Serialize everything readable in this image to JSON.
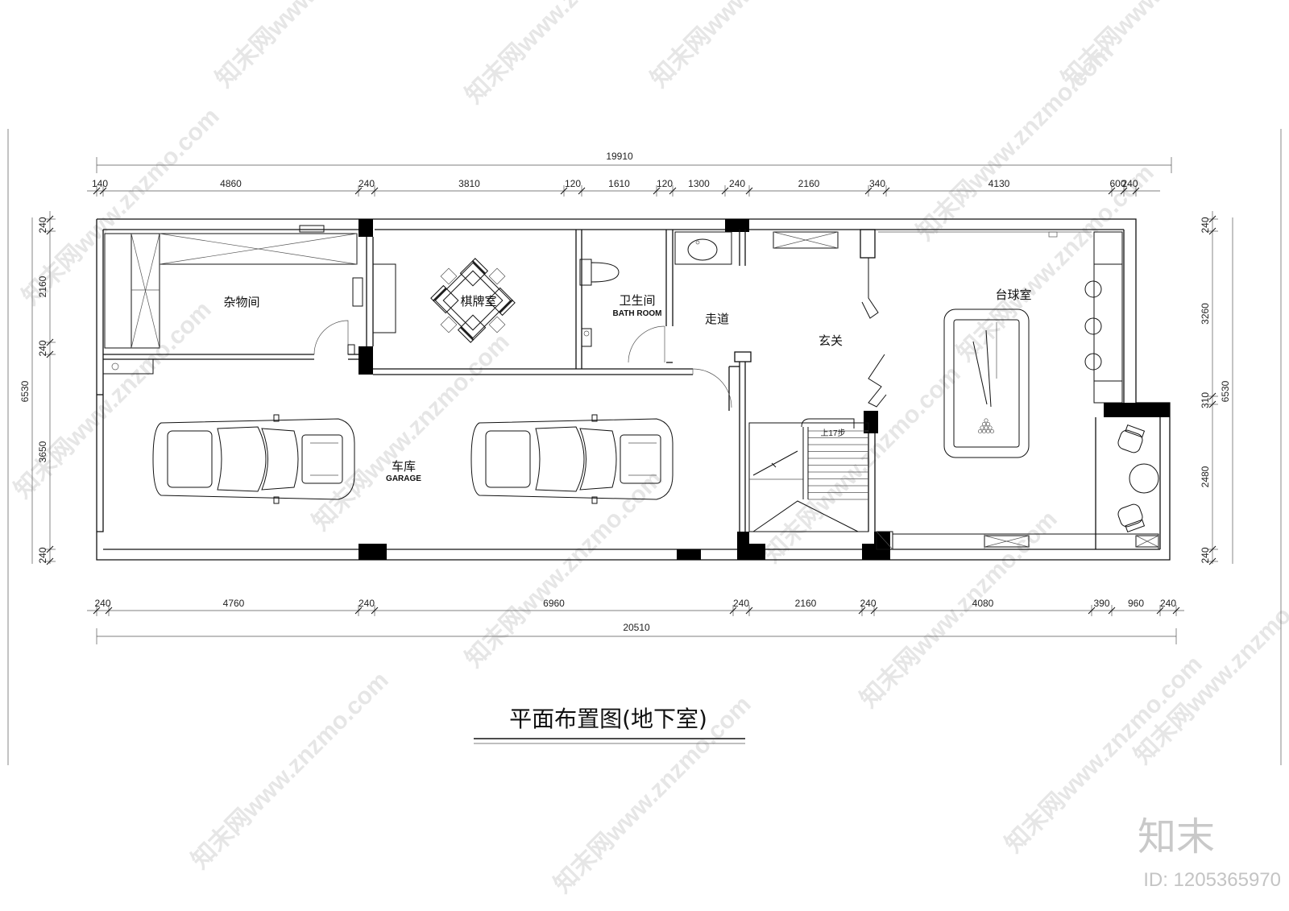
{
  "title": "平面布置图(地下室)",
  "brand": "知末",
  "image_id": "ID: 1205365970",
  "watermark": "知末网www.znzmo.com",
  "rooms": {
    "storage": "杂物间",
    "chess": "棋牌室",
    "bath": "卫生间",
    "bath_en": "BATH ROOM",
    "corridor": "走道",
    "foyer": "玄关",
    "billiard": "台球室",
    "garage": "车库",
    "garage_en": "GARAGE",
    "stairs": "上17步"
  },
  "dims": {
    "top_total": "19910",
    "top": [
      "140",
      "4860",
      "240",
      "3810",
      "120",
      "1610",
      "120",
      "1300",
      "240",
      "2160",
      "340",
      "4130",
      "600",
      "240"
    ],
    "bottom": [
      "240",
      "4760",
      "240",
      "6960",
      "240",
      "2160",
      "240",
      "4080",
      "390",
      "960",
      "240"
    ],
    "bottom_total": "20510",
    "left": [
      "240",
      "2160",
      "240",
      "3650",
      "240"
    ],
    "left_total": "6530",
    "right": [
      "240",
      "3260",
      "310",
      "2480",
      "240"
    ],
    "right_total": "6530"
  }
}
